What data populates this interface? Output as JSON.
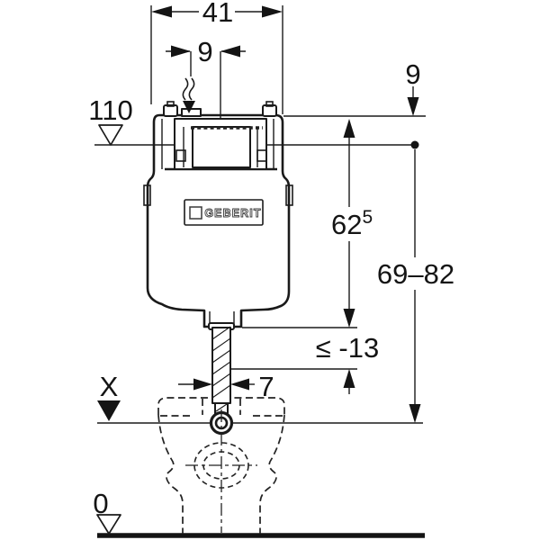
{
  "labels": {
    "width": "41",
    "supply_offset": "9",
    "cover_offset": "9",
    "supply_level": "110",
    "tank_height": "62",
    "tank_height_exp": "5",
    "install_range": "69–82",
    "shorten_limit": "≤ -13",
    "pipe_dia": "7",
    "ref_x": "X",
    "ref_zero": "0",
    "brand": "GEBERIT"
  },
  "colors": {
    "ink": "#1a1a1a",
    "background": "#ffffff"
  }
}
